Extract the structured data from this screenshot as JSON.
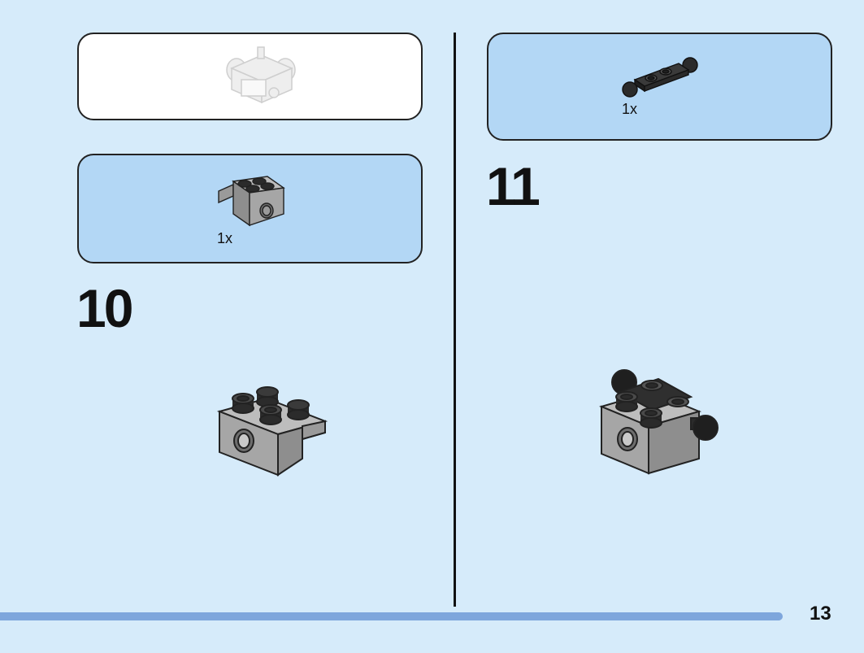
{
  "left_column": {
    "context_panel": {
      "preview": "faded-assembly-preview"
    },
    "parts_panel": {
      "quantity": "1x",
      "part": "gray-technic-brick-2x2-with-hole"
    },
    "step_number": "10",
    "build_view": "step-10-assembly"
  },
  "right_column": {
    "parts_panel": {
      "quantity": "1x",
      "part": "black-plate-with-ball-joints"
    },
    "step_number": "11",
    "build_view": "step-11-assembly"
  },
  "footer": {
    "page_number": "13"
  },
  "colors": {
    "background": "#d6ebfa",
    "panel_blue": "#b3d7f5",
    "brick_gray": "#a6a6a6",
    "black_part": "#2b2b2b",
    "progress_bar": "#7ea6dc"
  }
}
